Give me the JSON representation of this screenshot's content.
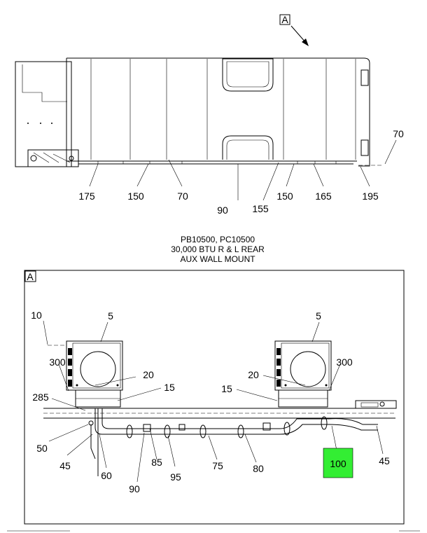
{
  "view_marker_top": "A",
  "view_marker_detail": "A",
  "caption": {
    "line1": "PB10500, PC10500",
    "line2": "30,000 BTU R & L REAR",
    "line3": "AUX WALL MOUNT"
  },
  "top_callouts": [
    "175",
    "150",
    "70",
    "90",
    "155",
    "150",
    "165",
    "195",
    "70"
  ],
  "detail_callouts": [
    "10",
    "5",
    "300",
    "20",
    "15",
    "285",
    "50",
    "45",
    "60",
    "85",
    "95",
    "75",
    "80",
    "90",
    "5",
    "20",
    "300",
    "15",
    "45"
  ],
  "highlight": {
    "label": "100",
    "color": "#33ee33"
  },
  "colors": {
    "line": "#000000",
    "background": "#ffffff"
  }
}
